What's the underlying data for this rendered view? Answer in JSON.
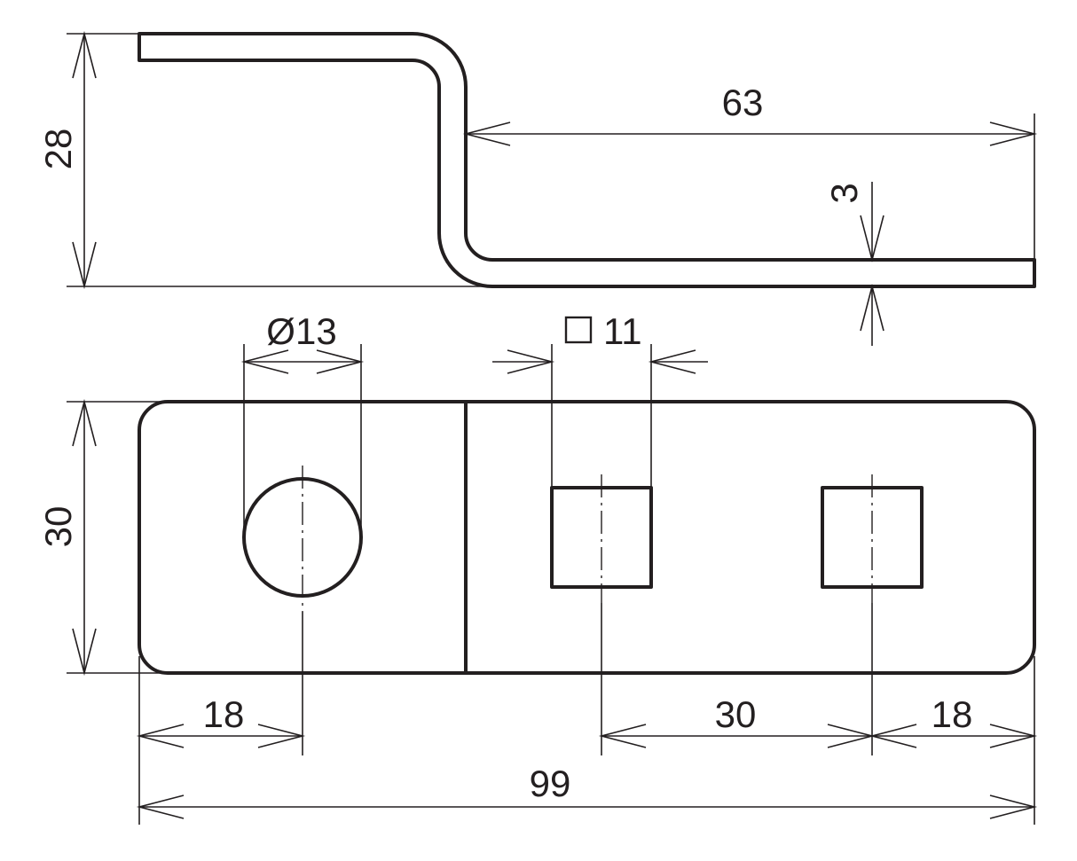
{
  "dimensions": {
    "side_height": "28",
    "bottom_flange_length": "63",
    "thickness": "3",
    "hole_diameter": "Ø13",
    "square_hole_size": "11",
    "plate_width": "30",
    "hole_edge_offset": "18",
    "square_pitch": "30",
    "square_edge_offset": "18",
    "overall_length": "99"
  },
  "symbols": {
    "square_symbol": "square-symbol-icon"
  },
  "colors": {
    "line": "#231f20",
    "background": "#ffffff"
  }
}
